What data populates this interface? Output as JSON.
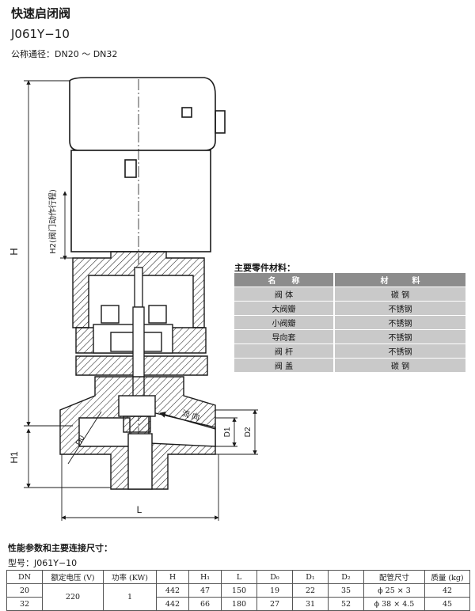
{
  "header": {
    "title": "快速启闭阀",
    "model": "J061Y−10",
    "nominal": "公称通径：DN20 ～ DN32"
  },
  "drawing": {
    "labels": {
      "H": "H",
      "H1": "H1",
      "H2": "H2(阀门动作行程)",
      "L": "L",
      "D0": "D0",
      "D1": "D1",
      "D2": "D2",
      "flow": "流 向"
    }
  },
  "materials": {
    "title": "主要零件材料：",
    "headers": [
      "名　　称",
      "材　　　料"
    ],
    "rows": [
      [
        "阀 体",
        "碳 钢"
      ],
      [
        "大阀瓣",
        "不锈钢"
      ],
      [
        "小阀瓣",
        "不锈钢"
      ],
      [
        "导向套",
        "不锈钢"
      ],
      [
        "阀 杆",
        "不锈钢"
      ],
      [
        "阀 盖",
        "碳 钢"
      ]
    ]
  },
  "performance": {
    "title": "性能参数和主要连接尺寸：",
    "model_line": "型号：J061Y−10",
    "headers": [
      "DN",
      "额定电压 (V)",
      "功率 (KW)",
      "H",
      "H₁",
      "L",
      "D₀",
      "D₁",
      "D₂",
      "配管尺寸",
      "质量 (kg)"
    ],
    "voltage": "220",
    "power": "1",
    "rows": [
      {
        "dn": "20",
        "H": "442",
        "H1": "47",
        "L": "150",
        "D0": "19",
        "D1": "22",
        "D2": "35",
        "pipe": "ϕ 25 × 3",
        "mass": "42"
      },
      {
        "dn": "32",
        "H": "442",
        "H1": "66",
        "L": "180",
        "D0": "27",
        "D1": "31",
        "D2": "52",
        "pipe": "ϕ 38 × 4.5",
        "mass": "45"
      }
    ]
  },
  "colors": {
    "table_header_bg": "#8c8c8c",
    "table_row_bg": "#c9c9c9",
    "line": "#1a1a1a"
  }
}
